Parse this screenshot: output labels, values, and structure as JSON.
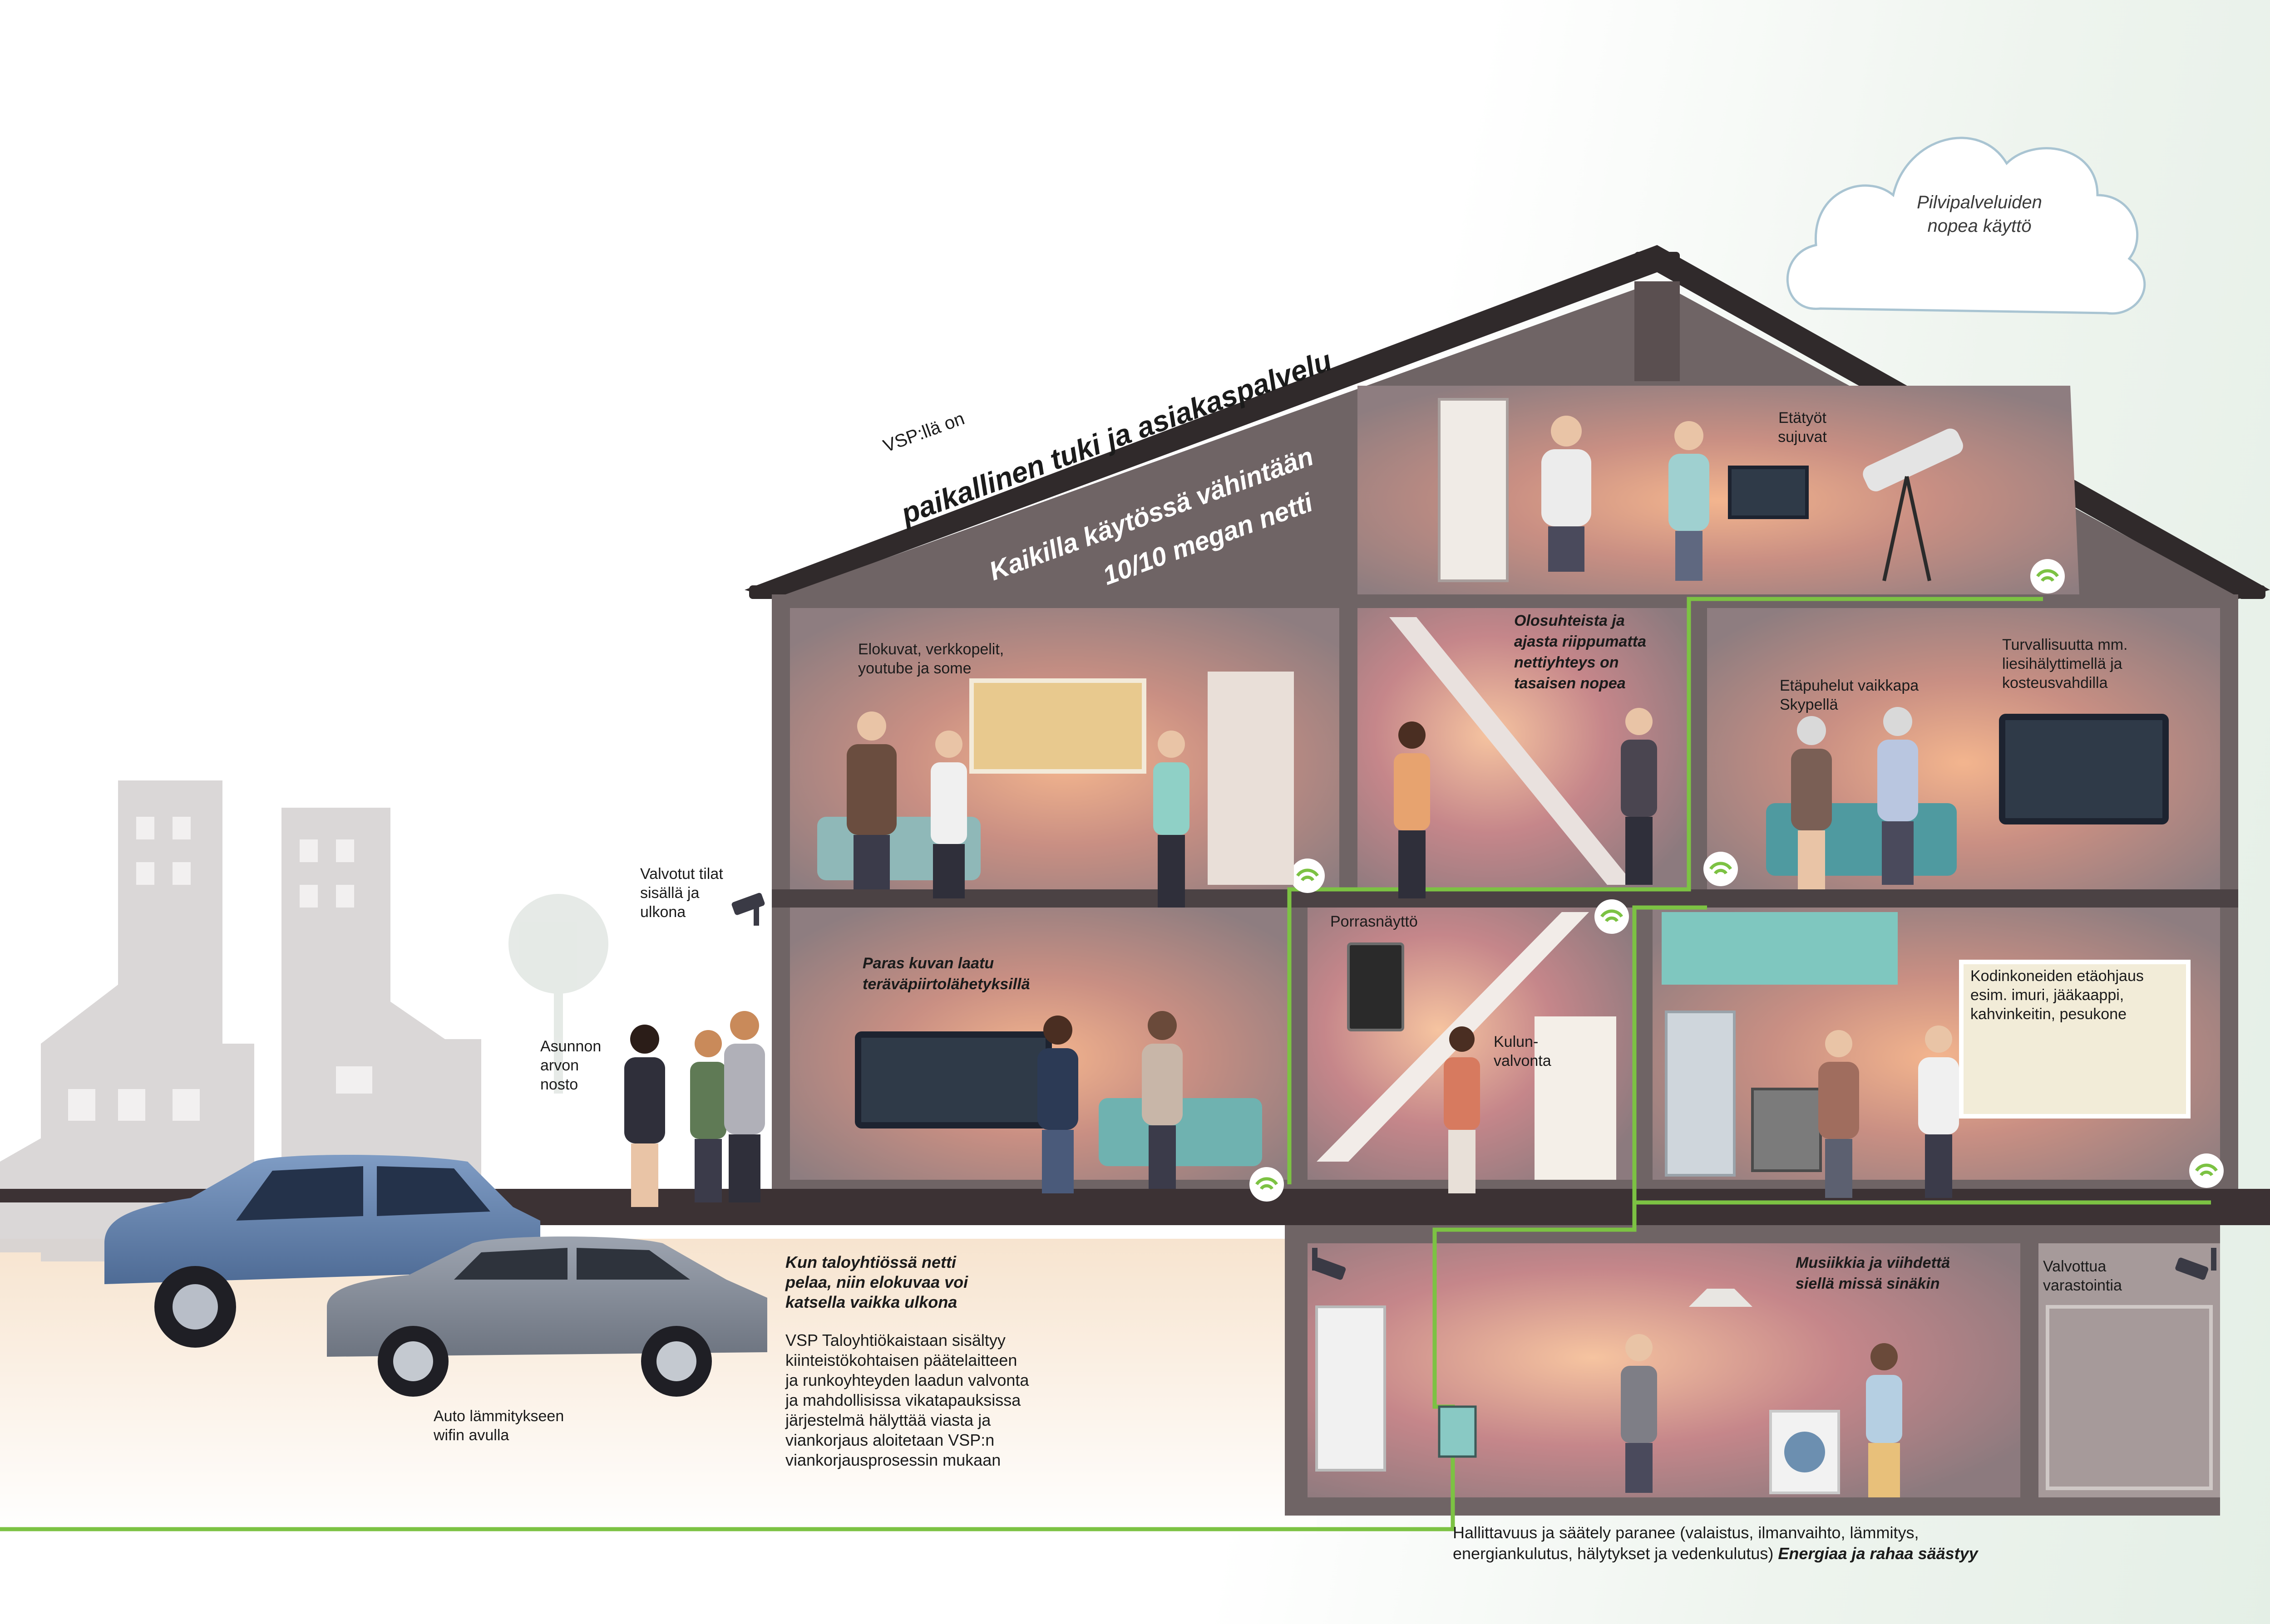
{
  "colors": {
    "wall": "#6f6465",
    "roof": "#302a2b",
    "room_warm": "#c9a49a",
    "network_line": "#7cc243",
    "cloud_stroke": "#a9c4d2",
    "city": "#cfcccc"
  },
  "cloud": {
    "line1": "Pilvipalveluiden",
    "line2": "nopea käyttö"
  },
  "roof_text": {
    "small": "VSP:llä on",
    "big": "paikallinen tuki ja  asiakaspalvelu",
    "speed_line1": "Kaikilla käytössä vähintään",
    "speed_line2": "10/10 megan netti"
  },
  "rooms": {
    "attic": {
      "label_line1": "Etätyöt",
      "label_line2": "sujuvat"
    },
    "bedroom": {
      "label_line1": "Elokuvat, verkkopelit,",
      "label_line2": "youtube ja some"
    },
    "stairs_upper": {
      "line1": "Olosuhteista ja",
      "line2": "ajasta riippumatta",
      "line3": "nettiyhteys on",
      "line4": "tasaisen nopea"
    },
    "family": {
      "call_line1": "Etäpuhelut vaikkapa",
      "call_line2": "Skypellä",
      "security_line1": "Turvallisuutta mm.",
      "security_line2": "liesihälyttimellä ja",
      "security_line3": "kosteusvahdilla"
    },
    "living": {
      "line1": "Paras kuvan laatu",
      "line2": "teräväpiirtolähetyksillä"
    },
    "hall": {
      "door_display": "Porrasnäyttö",
      "access_line1": "Kulun-",
      "access_line2": "valvonta"
    },
    "kitchen": {
      "line1": "Kodinkoneiden etäohjaus",
      "line2": "esim. imuri, jääkaappi,",
      "line3": "kahvinkeitin, pesukone"
    },
    "basement": {
      "line1": "Musiikkia ja viihdettä",
      "line2": "siellä missä sinäkin"
    },
    "storage": {
      "line1": "Valvottua",
      "line2": "varastointia"
    }
  },
  "outside": {
    "monitored_line1": "Valvotut tilat",
    "monitored_line2": "sisällä ja",
    "monitored_line3": "ulkona",
    "value_line1": "Asunnon",
    "value_line2": "arvon",
    "value_line3": "nosto",
    "car_line1": "Auto lämmitykseen",
    "car_line2": "wifin avulla"
  },
  "body_text": {
    "bold_line1": "Kun taloyhtiössä netti",
    "bold_line2": "pelaa, niin elokuvaa voi",
    "bold_line3": "katsella vaikka ulkona",
    "p1": "VSP Taloyhtiökaistaan sisältyy",
    "p2": "kiinteistökohtaisen päätelaitteen",
    "p3": "ja runkoyhteyden laadun valvonta",
    "p4": "ja mahdollisissa vikatapauksissa",
    "p5": "järjestelmä hälyttää viasta ja",
    "p6": "viankorjaus aloitetaan VSP:n",
    "p7": "viankorjausprosessin mukaan"
  },
  "bottom_text": {
    "line1": "Hallittavuus ja säätely paranee (valaistus, ilmanvaihto, lämmitys,",
    "line2_regular": "energiankulutus, hälytykset ja vedenkulutus) ",
    "line2_bold": "Energiaa ja rahaa säästyy"
  },
  "icons": [
    "cloud-icon",
    "wifi-icon",
    "security-camera-icon",
    "car-icon",
    "tv-icon",
    "telescope-icon",
    "door-display-icon",
    "washing-machine-icon",
    "fridge-icon",
    "oven-icon",
    "lamp-icon"
  ]
}
